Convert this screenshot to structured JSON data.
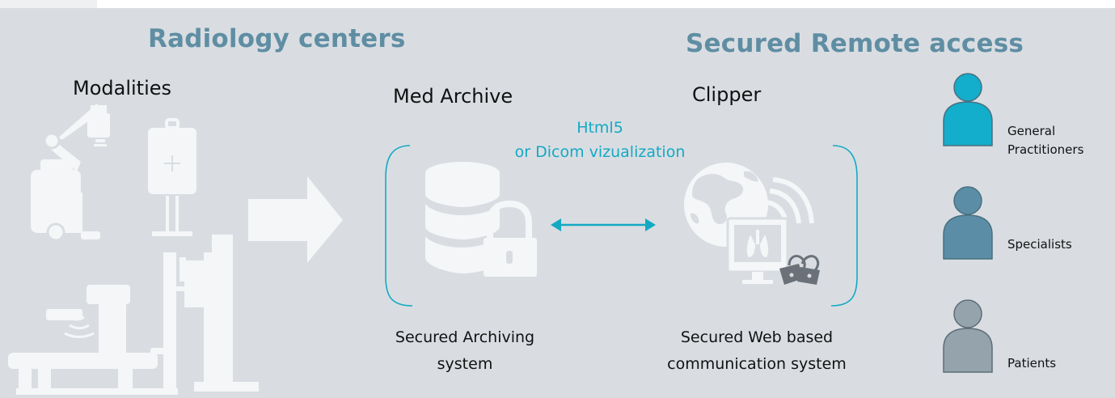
{
  "headings": {
    "left": "Radiology centers",
    "right": "Secured Remote access"
  },
  "labels": {
    "modalities": "Modalities",
    "med_archive": "Med Archive",
    "clipper": "Clipper",
    "viz_line1": "Html5",
    "viz_line2": "or Dicom vizualization",
    "archiving_line1": "Secured Archiving",
    "archiving_line2": "system",
    "web_line1": "Secured Web based",
    "web_line2": "communication system"
  },
  "users": [
    {
      "label_line1": "General",
      "label_line2": "Practitioners",
      "color": "#12aecb"
    },
    {
      "label_line1": "Specialists",
      "label_line2": "",
      "color": "#5b8ea6"
    },
    {
      "label_line1": "Patients",
      "label_line2": "",
      "color": "#95a3ad"
    }
  ],
  "colors": {
    "background": "#d9dde2",
    "heading": "#5f8ea3",
    "accent": "#14a9c3",
    "icon_white": "#f4f6f8",
    "dark_icon": "#6a7178"
  },
  "icons": [
    "radiology-arm-machine-icon",
    "xray-stand-icon",
    "xray-table-icon",
    "arrow-right-icon",
    "database-lock-icon",
    "bidirectional-arrow-icon",
    "globe-wifi-monitor-icon",
    "padlocks-icon",
    "user-icon"
  ]
}
